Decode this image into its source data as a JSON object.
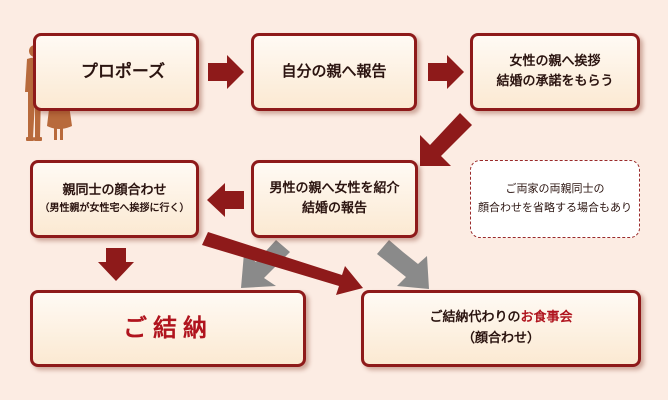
{
  "colors": {
    "background": "#fcece3",
    "box_border": "#8e1a1a",
    "arrow_red": "#8e1a1a",
    "arrow_gray": "#8a8a8a",
    "highlight_red": "#b0141e"
  },
  "icons": {
    "couple": "couple-with-bouquet-icon"
  },
  "nodes": {
    "propose": {
      "label": "プロポーズ"
    },
    "own_parents": {
      "label": "自分の親へ報告"
    },
    "her_parents": {
      "line1": "女性の親へ挨拶",
      "line2": "結婚の承諾をもらう"
    },
    "his_parents": {
      "line1": "男性の親へ女性を紹介",
      "line2": "結婚の報告"
    },
    "families_meet": {
      "line1": "親同士の顔合わせ",
      "line2": "（男性親が女性宅へ挨拶に行く）"
    },
    "yuino": {
      "label": "ご結納"
    },
    "meal": {
      "prefix": "ご結納代わりの",
      "highlight": "お食事会",
      "line2": "（顔合わせ）"
    }
  },
  "note": {
    "line1": "ご両家の両親同士の",
    "line2": "顔合わせを省略する場合もあり"
  }
}
